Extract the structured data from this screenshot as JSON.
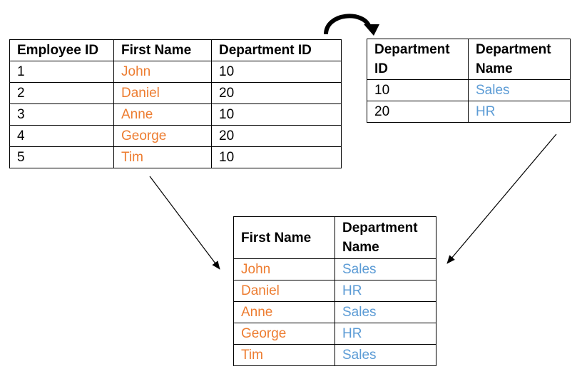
{
  "employees_table": {
    "headers": [
      "Employee ID",
      "First Name",
      "Department ID"
    ],
    "rows": [
      [
        "1",
        "John",
        "10"
      ],
      [
        "2",
        "Daniel",
        "20"
      ],
      [
        "3",
        "Anne",
        "10"
      ],
      [
        "4",
        "George",
        "20"
      ],
      [
        "5",
        "Tim",
        "10"
      ]
    ]
  },
  "departments_table": {
    "headers": [
      "Department ID",
      "Department Name"
    ],
    "rows": [
      [
        "10",
        "Sales"
      ],
      [
        "20",
        "HR"
      ]
    ]
  },
  "result_table": {
    "headers": [
      "First Name",
      "Department Name"
    ],
    "rows": [
      [
        "John",
        "Sales"
      ],
      [
        "Daniel",
        "HR"
      ],
      [
        "Anne",
        "Sales"
      ],
      [
        "George",
        "HR"
      ],
      [
        "Tim",
        "Sales"
      ]
    ]
  },
  "colors": {
    "first_name": "#ED7D31",
    "department_name": "#5B9BD5",
    "border": "#000000"
  }
}
